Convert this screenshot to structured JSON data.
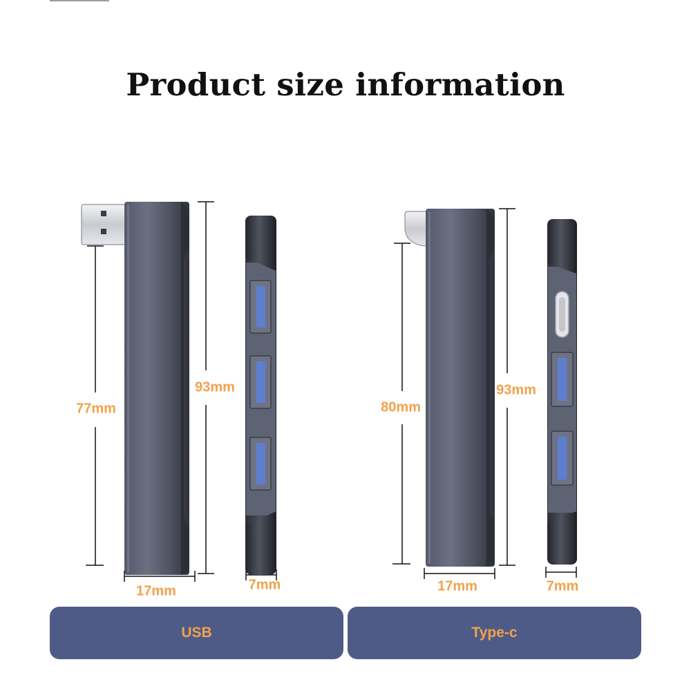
{
  "title": "Product size information",
  "colors": {
    "accent": "#f2a14a",
    "panel": "#4f5b87",
    "body_dark": "#3f4350",
    "body_light": "#6a6f80"
  },
  "variants": [
    {
      "panel_label": "USB",
      "connector_icon": "usb-a-plug-icon",
      "ports": [
        "usb-a-port",
        "usb-a-port",
        "usb-a-port"
      ],
      "dimensions": {
        "length": "77mm",
        "height": "93mm",
        "width": "17mm",
        "depth": "7mm"
      }
    },
    {
      "panel_label": "Type-c",
      "connector_icon": "usb-c-plug-icon",
      "ports": [
        "usb-c-port",
        "usb-a-port",
        "usb-a-port"
      ],
      "dimensions": {
        "length": "80mm",
        "height": "93mm",
        "width": "17mm",
        "depth": "7mm"
      }
    }
  ]
}
